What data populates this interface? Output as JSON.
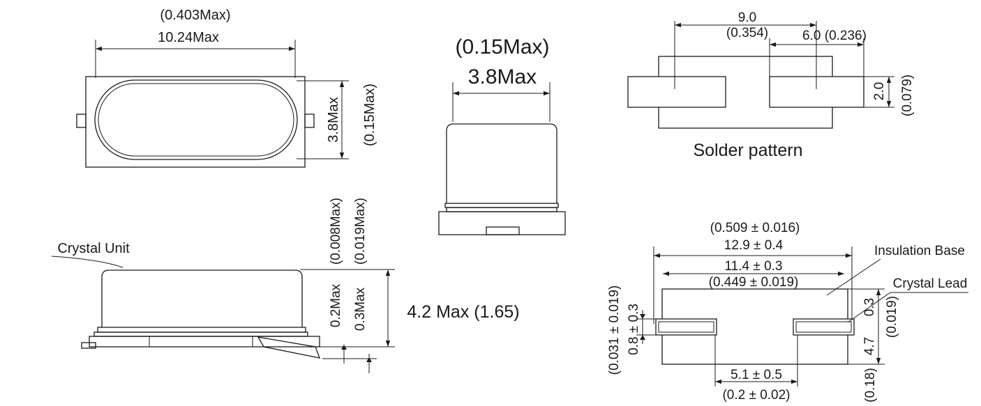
{
  "top_view": {
    "width_inch": "(0.403Max)",
    "width_mm": "10.24Max",
    "height_mm": "3.8Max",
    "height_inch": "(0.15Max)"
  },
  "front_view": {
    "width_inch": "(0.15Max)",
    "width_mm": "3.8Max"
  },
  "solder_pattern": {
    "title": "Solder pattern",
    "outer_mm": "9.0",
    "outer_inch": "(0.354)",
    "inner": "6.0 (0.236)",
    "pad_height_mm": "2.0",
    "pad_height_inch": "(0.079)"
  },
  "side_view": {
    "crystal_unit_label": "Crystal Unit",
    "gap1_inch": "(0.008Max)",
    "gap2_inch": "(0.019Max)",
    "gap1_mm": "0.2Max",
    "gap2_mm": "0.3Max",
    "height": "4.2 Max (1.65)"
  },
  "base_view": {
    "overall_inch": "(0.509 ± 0.016)",
    "overall_mm": "12.9 ± 0.4",
    "body_mm": "11.4 ± 0.3",
    "body_inch": "(0.449 ±  0.019)",
    "insulation_label": "Insulation Base",
    "crystal_lead_label": "Crystal Lead",
    "lead_w_inch": "(0.031 ± 0.019)",
    "lead_w_mm": "0.8 ± 0.3",
    "right_03": "0.3",
    "right_0019": "(0.019)",
    "right_47": "4.7",
    "right_018": "(0.18)",
    "pitch_mm": "5.1 ± 0.5",
    "pitch_inch": "(0.2 ± 0.02)"
  }
}
